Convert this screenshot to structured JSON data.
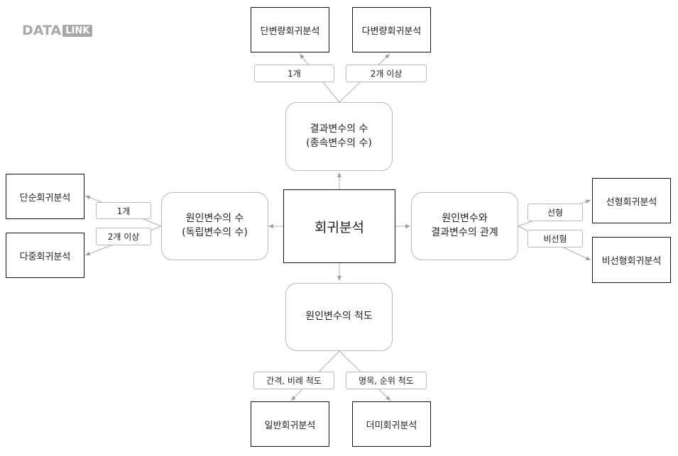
{
  "logo": {
    "part1": "DATA",
    "part2": "LINK"
  },
  "center": {
    "label": "회귀분석"
  },
  "top_hub": {
    "label": "결과변수의 수\n(종속변수의 수)"
  },
  "left_hub": {
    "label": "원인변수의 수\n(독립변수의 수)"
  },
  "right_hub": {
    "label": "원인변수와\n결과변수의 관계"
  },
  "bottom_hub": {
    "label": "원인변수의 척도"
  },
  "results": {
    "simple_top": "단변량회귀분석",
    "multi_top": "다변량회귀분석",
    "simple_left": "단순회귀분석",
    "multiple_left": "다중회귀분석",
    "linear_right": "선형회귀분석",
    "nonlinear_right": "비선형회귀분석",
    "general_bottom": "일반회귀분석",
    "dummy_bottom": "더미회귀분석"
  },
  "edge_labels": {
    "top_one": "1개",
    "top_two_plus": "2개 이상",
    "left_one": "1개",
    "left_two_plus": "2개 이상",
    "right_linear": "선형",
    "right_nonlinear": "비선형",
    "bottom_interval": "간격, 비례 척도",
    "bottom_nominal": "명목, 순위 척도"
  },
  "colors": {
    "line": "#b0b0b0",
    "box_border": "#111111",
    "hub_border": "#b9b9b9",
    "logo": "#a8a8a8"
  }
}
